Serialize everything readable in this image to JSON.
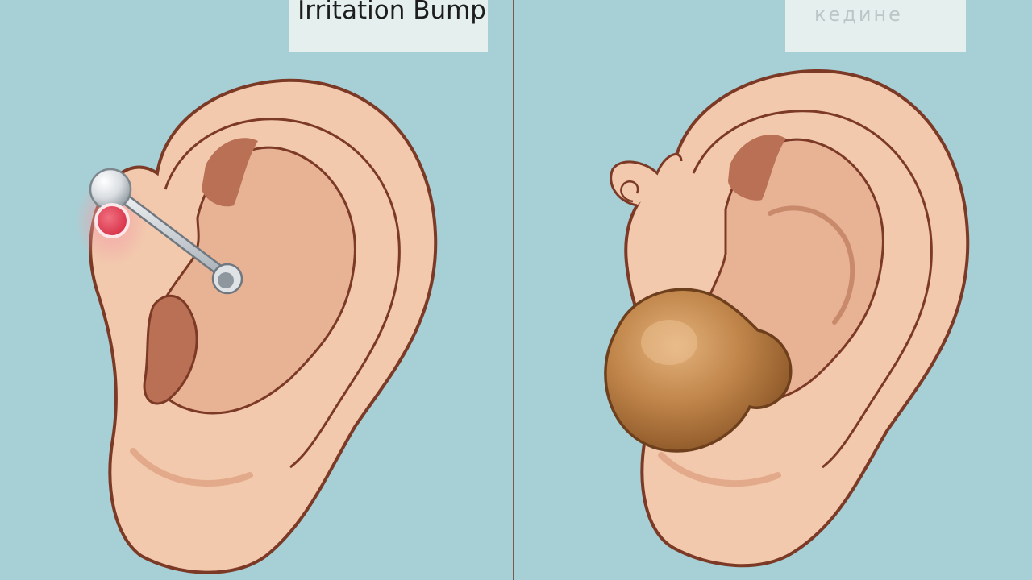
{
  "panels": [
    {
      "label": "Irritation Bump",
      "label_style": "clear",
      "feature": "ear-with-industrial-barbell-and-red-bump"
    },
    {
      "label": "кедине",
      "label_style": "faded",
      "feature": "ear-with-large-brown-keloid"
    }
  ],
  "colors": {
    "background": "#a7d0d6",
    "divider": "#7a5a4c",
    "skin": "#f2c9ad",
    "skin_shadow": "#e3a98b",
    "ear_outline": "#7c3a26",
    "inner_ear_dark": "#b97055",
    "irritation_bump": "#e0455a",
    "barbell_metal": "#c9ced2",
    "keloid": "#b8783f",
    "label_box": "#e4efee"
  }
}
